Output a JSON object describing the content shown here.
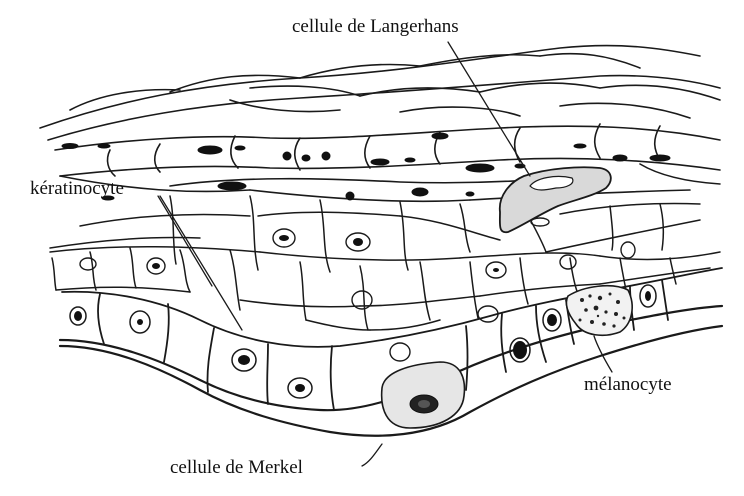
{
  "diagram": {
    "labels": {
      "langerhans": "cellule de Langerhans",
      "keratinocyte": "kératinocyte",
      "melanocyte": "mélanocyte",
      "merkel": "cellule de Merkel"
    }
  }
}
